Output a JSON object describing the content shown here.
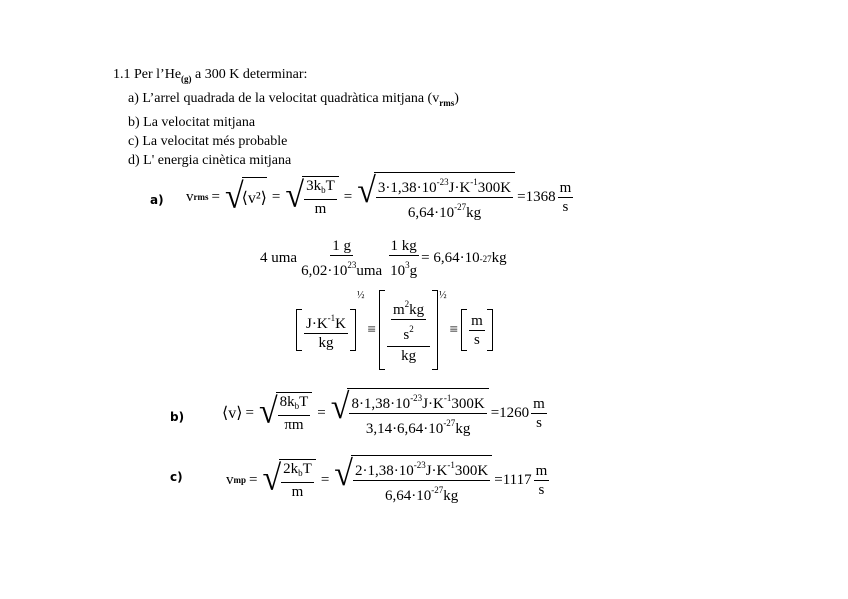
{
  "problem": {
    "number": "1.1",
    "intro_pre": "Per l’He",
    "intro_sub": "(g)",
    "intro_post": " a 300 K determinar:",
    "items": [
      {
        "label": "a) L’arrel quadrada de la velocitat quadràtica mitjana (v",
        "sub": "rms",
        "tail": ")"
      },
      {
        "label": "b) La velocitat mitjana"
      },
      {
        "label": "c) La velocitat més probable"
      },
      {
        "label": "d) L' energia cinètica mitjana"
      }
    ]
  },
  "solution_a": {
    "label": "a)",
    "lhs": "v",
    "lhs_sub": "rms",
    "mean_sq": "⟨v²⟩",
    "formula_num": "3k",
    "formula_num_sub": "b",
    "formula_num_tail": "T",
    "formula_den": "m",
    "num_value": "3·1,38·10",
    "num_exp": "-23",
    "num_units": "J·K",
    "num_units_exp": "-1",
    "num_tail": "300K",
    "den_value": "6,64·10",
    "den_exp": "-27",
    "den_units": "kg",
    "result": "=1368",
    "unit_num": "m",
    "unit_den": "s"
  },
  "mass_conversion": {
    "start": "4 uma",
    "f1_num": "1 g",
    "f1_den_pre": "6,02·10",
    "f1_den_exp": "23",
    "f1_den_post": "uma",
    "f2_num": "1 kg",
    "f2_den_pre": "10",
    "f2_den_exp": "3",
    "f2_den_post": "g",
    "result_pre": "= 6,64·10",
    "result_exp": "-27",
    "result_post": "kg"
  },
  "units_check": {
    "left_num": "J·K",
    "left_num_exp": "-1",
    "left_num_tail": "K",
    "left_den": "kg",
    "power": "½",
    "equiv": "≡",
    "mid_inner_num": "m",
    "mid_inner_num_exp": "2",
    "mid_inner_num_tail": "kg",
    "mid_inner_den": "s",
    "mid_inner_den_exp": "2",
    "mid_den": "kg",
    "right_num": "m",
    "right_den": "s"
  },
  "solution_b": {
    "label": "b)",
    "lhs": "⟨v⟩",
    "formula_num": "8k",
    "formula_num_sub": "b",
    "formula_num_tail": "T",
    "formula_den": "πm",
    "num_value": "8·1,38·10",
    "num_exp": "-23",
    "num_units": "J·K",
    "num_units_exp": "-1",
    "num_tail": "300K",
    "den_value": "3,14·6,64·10",
    "den_exp": "-27",
    "den_units": "kg",
    "result": "=1260",
    "unit_num": "m",
    "unit_den": "s"
  },
  "solution_c": {
    "label": "c)",
    "lhs": "v",
    "lhs_sub": "mp",
    "formula_num": "2k",
    "formula_num_sub": "b",
    "formula_num_tail": "T",
    "formula_den": "m",
    "num_value": "2·1,38·10",
    "num_exp": "-23",
    "num_units": "J·K",
    "num_units_exp": "-1",
    "num_tail": "300K",
    "den_value": "6,64·10",
    "den_exp": "-27",
    "den_units": "kg",
    "result": "=1117",
    "unit_num": "m",
    "unit_den": "s"
  },
  "symbols": {
    "eq": "=",
    "sqrt": "√"
  }
}
